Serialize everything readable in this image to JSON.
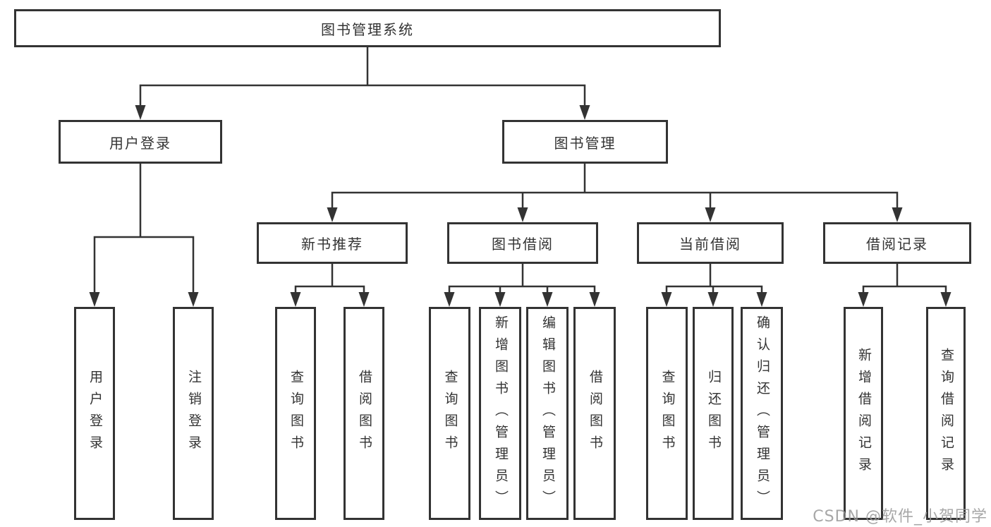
{
  "tree": {
    "label": "图书管理系统",
    "children": [
      {
        "label": "用户登录",
        "children": [
          {
            "label": "用户登录"
          },
          {
            "label": "注销登录"
          }
        ]
      },
      {
        "label": "图书管理",
        "children": [
          {
            "label": "新书推荐",
            "children": [
              {
                "label": "查询图书"
              },
              {
                "label": "借阅图书"
              }
            ]
          },
          {
            "label": "图书借阅",
            "children": [
              {
                "label": "查询图书"
              },
              {
                "label": "新增图书（管理员）"
              },
              {
                "label": "编辑图书（管理员）"
              },
              {
                "label": "借阅图书"
              }
            ]
          },
          {
            "label": "当前借阅",
            "children": [
              {
                "label": "查询图书"
              },
              {
                "label": "归还图书"
              },
              {
                "label": "确认归还（管理员）"
              }
            ]
          },
          {
            "label": "借阅记录",
            "children": [
              {
                "label": "新增借阅记录"
              },
              {
                "label": "查询借阅记录"
              }
            ]
          }
        ]
      }
    ]
  },
  "watermark": {
    "text": "CSDN @软件_小贺同学"
  },
  "colors": {
    "border": "#333333",
    "line": "#333333",
    "text": "#333333",
    "background": "#ffffff",
    "watermark": "#989898"
  }
}
